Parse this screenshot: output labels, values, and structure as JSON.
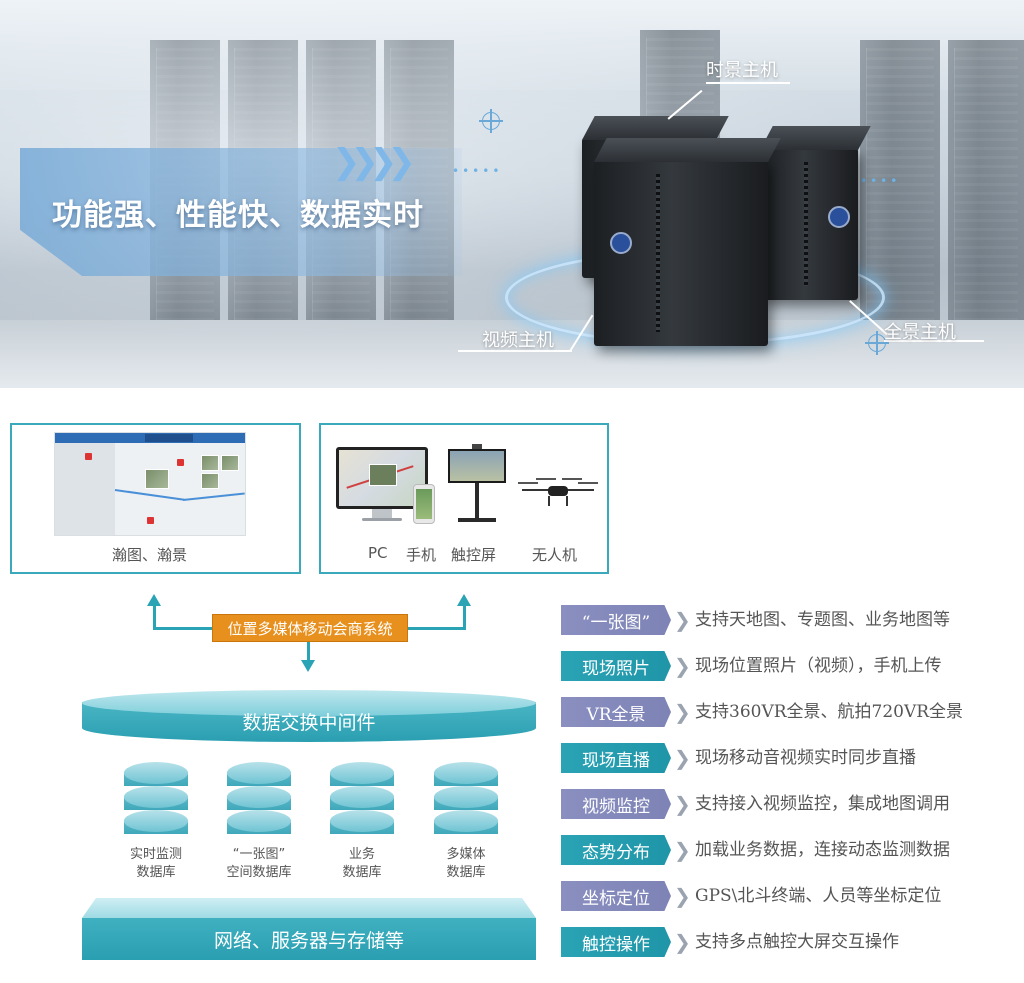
{
  "hero": {
    "title": "功能强、性能快、数据实时",
    "label_shijing": "时景主机",
    "label_shipin": "视频主机",
    "label_quanjing": "全景主机"
  },
  "panels": {
    "left_caption": "瀚图、瀚景",
    "devices": {
      "pc": "PC",
      "phone": "手机",
      "touch": "触控屏",
      "drone": "无人机"
    }
  },
  "architecture": {
    "system": "位置多媒体移动会商系统",
    "middleware": "数据交换中间件",
    "databases": [
      {
        "line1": "实时监测",
        "line2": "数据库"
      },
      {
        "line1": "“一张图”",
        "line2": "空间数据库"
      },
      {
        "line1": "业务",
        "line2": "数据库"
      },
      {
        "line1": "多媒体",
        "line2": "数据库"
      }
    ],
    "network": "网络、服务器与存储等"
  },
  "features": [
    {
      "tag": "“一张图”",
      "desc": "支持天地图、专题图、业务地图等",
      "color": "#8a8fc0"
    },
    {
      "tag": "现场照片",
      "desc": "现场位置照片（视频），手机上传",
      "color": "#2aa3b5"
    },
    {
      "tag": "VR全景",
      "desc": "支持360VR全景、航拍720VR全景",
      "color": "#8a8fc0"
    },
    {
      "tag": "现场直播",
      "desc": "现场移动音视频实时同步直播",
      "color": "#2aa3b5"
    },
    {
      "tag": "视频监控",
      "desc": "支持接入视频监控，集成地图调用",
      "color": "#8a8fc0"
    },
    {
      "tag": "态势分布",
      "desc": "加载业务数据，连接动态监测数据",
      "color": "#2aa3b5"
    },
    {
      "tag": "坐标定位",
      "desc": "GPS\\北斗终端、人员等坐标定位",
      "color": "#8a8fc0"
    },
    {
      "tag": "触控操作",
      "desc": "支持多点触控大屏交互操作",
      "color": "#2aa3b5"
    }
  ],
  "colors": {
    "accent_teal": "#2aa3b5",
    "accent_purple": "#8a8fc0",
    "accent_orange": "#e8901e"
  }
}
